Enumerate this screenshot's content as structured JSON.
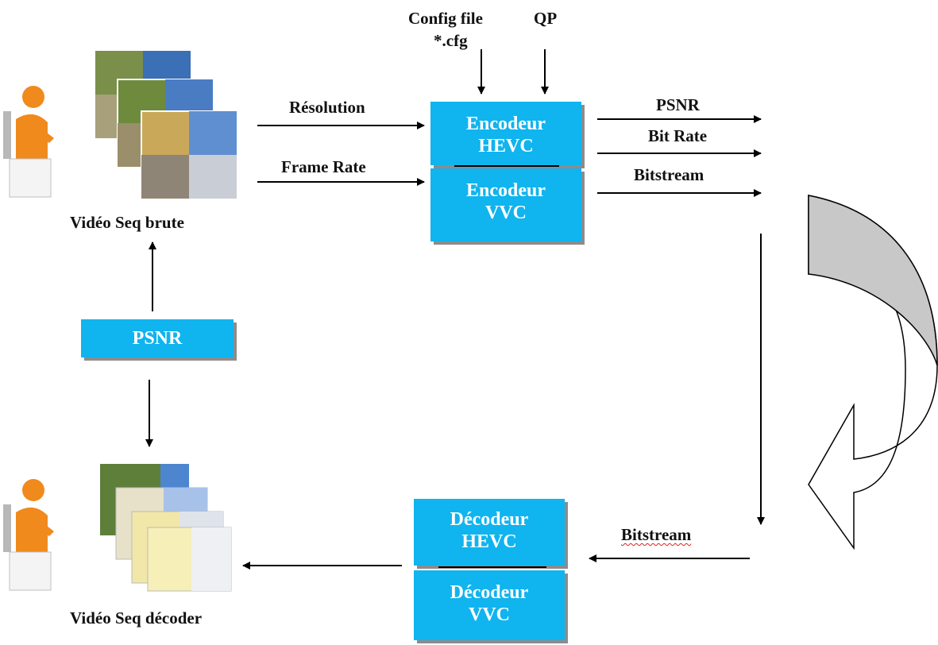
{
  "inputs": {
    "config_file_line1": "Config file",
    "config_file_line2": "*.cfg",
    "qp": "QP",
    "resolution": "Résolution",
    "frame_rate": "Frame Rate"
  },
  "encoder_hevc": {
    "line1": "Encodeur",
    "line2": "HEVC"
  },
  "encoder_vvc": {
    "line1": "Encodeur",
    "line2": "VVC"
  },
  "outputs": {
    "psnr": "PSNR",
    "bit_rate": "Bit Rate",
    "bitstream": "Bitstream"
  },
  "source": {
    "caption": "Vidéo Seq brute"
  },
  "psnr_box": {
    "label": "PSNR"
  },
  "decoded": {
    "caption": "Vidéo Seq décoder"
  },
  "decoder_hevc": {
    "line1": "Décodeur",
    "line2": "HEVC"
  },
  "decoder_vvc": {
    "line1": "Décodeur",
    "line2": "VVC"
  },
  "return_bitstream": {
    "label": "Bitstream"
  },
  "colors": {
    "box_fill": "#10b4ee",
    "box_shadow": "#8c8c8c",
    "person": "#f08a1c",
    "curved_arrow_fill": "#c8c8c8"
  }
}
